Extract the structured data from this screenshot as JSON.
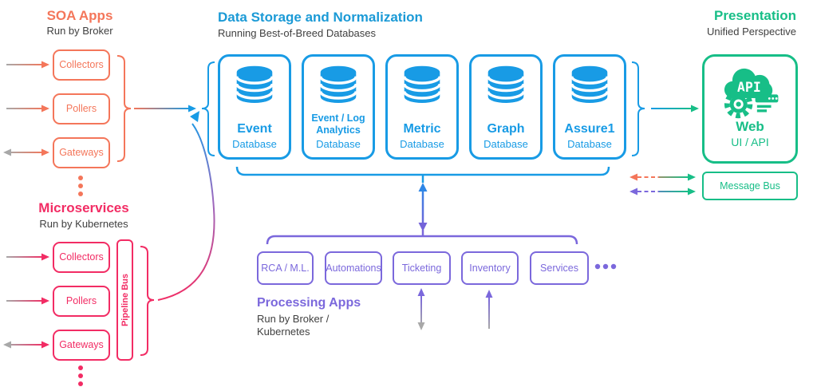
{
  "colors": {
    "soa_accent": "#F4765A",
    "microservices_accent": "#F22C64",
    "storage_accent": "#189BE5",
    "storage_title": "#1B9AD6",
    "processing_accent": "#7B68DC",
    "presentation_accent": "#17BE87",
    "muted_text": "#404040",
    "gray_arrow": "#A8A8A8"
  },
  "soa": {
    "title": "SOA Apps",
    "subtitle": "Run by Broker",
    "items": [
      "Collectors",
      "Pollers",
      "Gateways"
    ]
  },
  "microservices": {
    "title": "Microservices",
    "subtitle": "Run by Kubernetes",
    "items": [
      "Collectors",
      "Pollers",
      "Gateways"
    ],
    "bus_label": "Pipeline Bus"
  },
  "storage": {
    "title": "Data Storage and Normalization",
    "subtitle": "Running Best-of-Breed Databases",
    "databases": [
      {
        "name": "Event",
        "sub": "Database"
      },
      {
        "name": "Event / Log Analytics",
        "sub": "Database"
      },
      {
        "name": "Metric",
        "sub": "Database"
      },
      {
        "name": "Graph",
        "sub": "Database"
      },
      {
        "name": "Assure1",
        "sub": "Database"
      }
    ]
  },
  "processing": {
    "title": "Processing Apps",
    "subtitle": "Run by Broker /\nKubernetes",
    "items": [
      "RCA / M.L.",
      "Automations",
      "Ticketing",
      "Inventory",
      "Services"
    ]
  },
  "presentation": {
    "title": "Presentation",
    "subtitle": "Unified Perspective",
    "web_name": "Web",
    "web_sub": "UI / API",
    "api_icon_label": "API",
    "message_bus_label": "Message Bus"
  }
}
